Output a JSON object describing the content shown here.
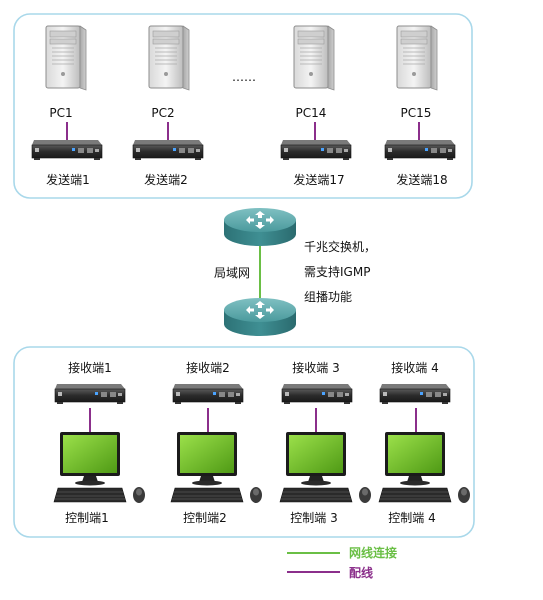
{
  "senders": {
    "pcs": [
      "PC1",
      "PC2",
      "PC14",
      "PC15"
    ],
    "encoders": [
      "发送端1",
      "发送端2",
      "发送端17",
      "发送端18"
    ],
    "ellipsis": "……"
  },
  "network": {
    "lan_label": "局域网",
    "switch_note": [
      "千兆交换机，",
      "需支持IGMP",
      "组播功能"
    ]
  },
  "receivers": {
    "decoders": [
      "接收端1",
      "接收端2",
      "接收端 3",
      "接收端 4"
    ],
    "consoles": [
      "控制端1",
      "控制端2",
      "控制端 3",
      "控制端 4"
    ]
  },
  "legend": {
    "network_cable": "网线连接",
    "patch_cable": "配线"
  },
  "colors": {
    "panel_border": "#a9d8ea",
    "network_line": "#6abf45",
    "patch_line": "#8b2f8b",
    "router_top": "#5aa3a6",
    "router_side": "#2f7f83",
    "monitor_screen": "#7cc62a"
  }
}
